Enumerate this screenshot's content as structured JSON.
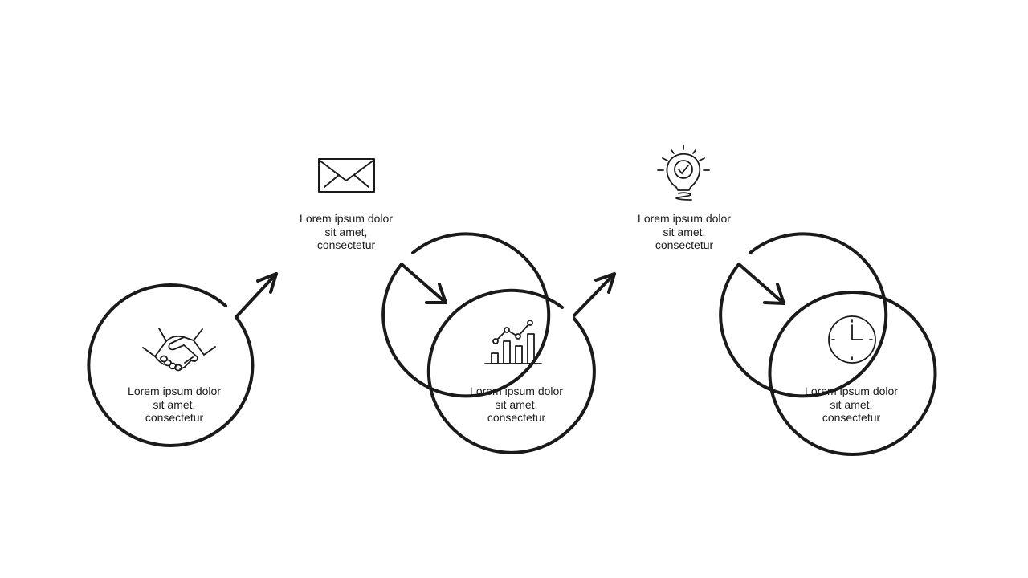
{
  "colors": {
    "stroke": "#1a1a1a",
    "background": "#ffffff"
  },
  "steps": [
    {
      "icon": "handshake-icon",
      "lines": [
        "Lorem ipsum dolor",
        "sit amet,",
        "consectetur"
      ]
    },
    {
      "icon": "envelope-icon",
      "lines": [
        "Lorem ipsum dolor",
        "sit amet,",
        "consectetur"
      ]
    },
    {
      "icon": "bar-chart-icon",
      "lines": [
        "Lorem ipsum dolor",
        "sit amet,",
        "consectetur"
      ]
    },
    {
      "icon": "lightbulb-icon",
      "lines": [
        "Lorem ipsum dolor",
        "sit amet,",
        "consectetur"
      ]
    },
    {
      "icon": "clock-icon",
      "lines": [
        "Lorem ipsum dolor",
        "sit amet,",
        "consectetur"
      ]
    }
  ]
}
